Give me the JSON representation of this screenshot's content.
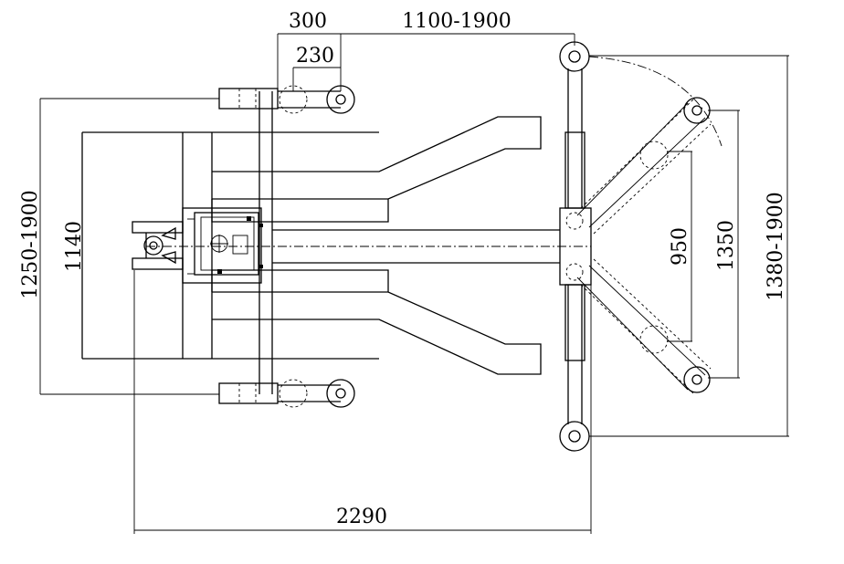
{
  "dimensions": {
    "offset_top": "300",
    "offset_inner": "230",
    "span_range": "1100-1900",
    "width_outer": "1250-1900",
    "width_inner": "1140",
    "length_total": "2290",
    "arm_inner": "950",
    "arm_outer": "1350",
    "arm_range": "1380-1900"
  }
}
